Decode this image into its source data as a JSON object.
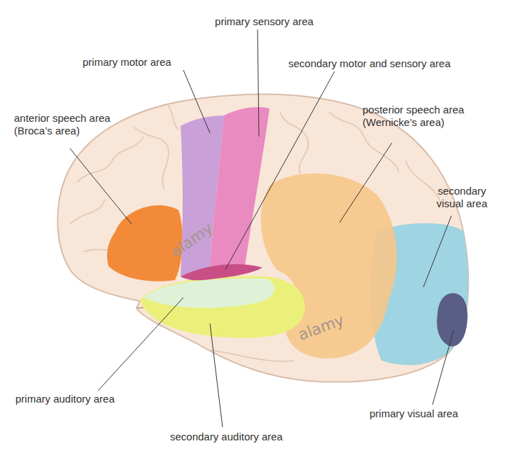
{
  "diagram": {
    "labels": [
      "primary sensory area",
      "primary motor area",
      "secondary motor and sensory area",
      "anterior speech area (Broca’s area)",
      "posterior speech area (Wernicke’s area)",
      "secondary visual area",
      "primary auditory area",
      "secondary auditory area",
      "primary visual area",
      "alamy",
      "alamy"
    ]
  }
}
